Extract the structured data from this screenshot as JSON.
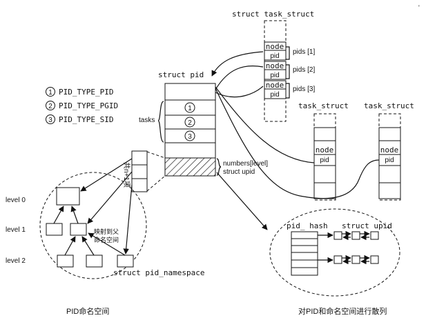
{
  "types": {
    "items": [
      {
        "num": "1",
        "label": "PID_TYPE_PID"
      },
      {
        "num": "2",
        "label": "PID_TYPE_PGID"
      },
      {
        "num": "3",
        "label": "PID_TYPE_SID"
      }
    ]
  },
  "task_struct_top": {
    "title": "struct task_struct",
    "node_label": "node",
    "pid_label": "pid",
    "pids": [
      "pids [1]",
      "pids [2]",
      "pids [3]"
    ]
  },
  "struct_pid": {
    "title": "struct pid",
    "tasks_label": "tasks",
    "slot_nums": [
      "1",
      "2",
      "3"
    ],
    "numbers_label": "numbers[level]",
    "upid_label": "struct upid",
    "count_label": "共n+1项"
  },
  "task_struct_a": {
    "title": "task_struct",
    "node_label": "node",
    "pid_label": "pid"
  },
  "task_struct_b": {
    "title": "task_struct",
    "node_label": "node",
    "pid_label": "pid"
  },
  "namespace": {
    "levels": [
      "level 0",
      "level 1",
      "level 2"
    ],
    "map_label_1": "映射到父",
    "map_label_2": "命名空间",
    "struct_label": "struct pid_namespace",
    "caption": "PID命名空间"
  },
  "hash": {
    "pid_hash_label": "pid_ hash",
    "upid_label": "struct upid",
    "caption": "对PID和命名空间进行散列"
  }
}
